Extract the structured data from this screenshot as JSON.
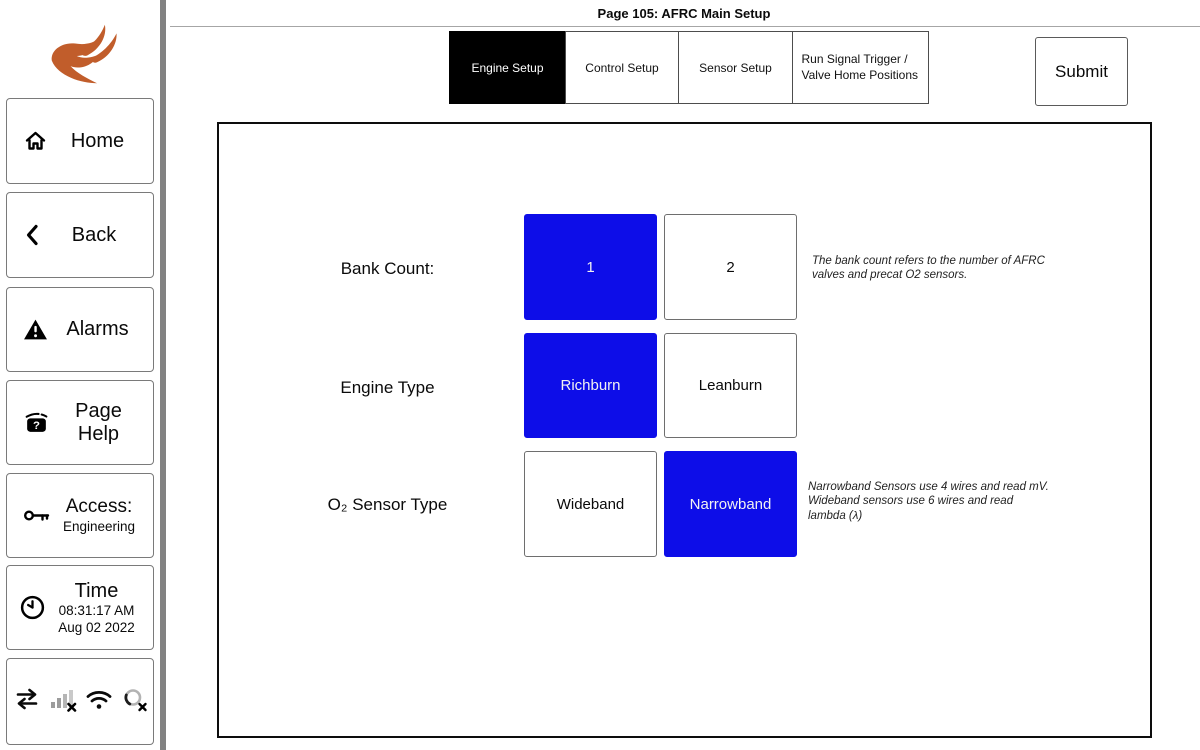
{
  "header": {
    "title": "Page 105: AFRC Main Setup"
  },
  "tabs": [
    {
      "label": "Engine Setup",
      "active": true
    },
    {
      "label": "Control Setup",
      "active": false
    },
    {
      "label": "Sensor Setup",
      "active": false
    },
    {
      "label": "Run Signal Trigger / Valve Home Positions",
      "active": false
    }
  ],
  "toolbar": {
    "submit_label": "Submit"
  },
  "sidebar": {
    "home_label": "Home",
    "back_label": "Back",
    "alarms_label": "Alarms",
    "page_help_label": "Page Help",
    "access_label": "Access:",
    "access_level": "Engineering",
    "time_label": "Time",
    "time_value": "08:31:17 AM",
    "date_value": "Aug 02 2022",
    "status_icons": [
      "swap-arrows",
      "cellular-signal-off",
      "wifi",
      "gps-off"
    ]
  },
  "main": {
    "rows": [
      {
        "label": "Bank Count:",
        "options": [
          "1",
          "2"
        ],
        "selected": "1",
        "note": "The bank count refers to the number of AFRC valves and precat O2 sensors."
      },
      {
        "label": "Engine Type",
        "options": [
          "Richburn",
          "Leanburn"
        ],
        "selected": "Richburn",
        "note": ""
      },
      {
        "label": "O₂ Sensor Type",
        "options": [
          "Wideband",
          "Narrowband"
        ],
        "selected": "Narrowband",
        "note": "Narrowband Sensors use 4 wires and read mV. Wideband sensors use 6 wires and read lambda (λ)"
      }
    ]
  },
  "colors": {
    "selected_blue": "#0d0de8",
    "active_tab_bg": "#000000",
    "logo_orange": "#c15d2b"
  }
}
